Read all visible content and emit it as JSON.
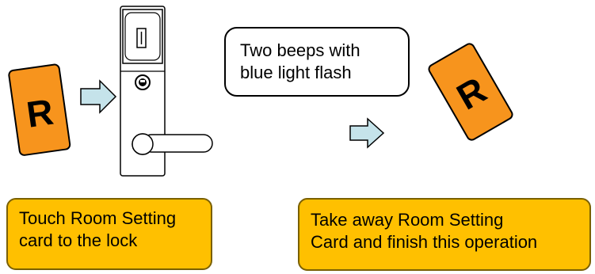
{
  "card_letter": "R",
  "speech_bubble": {
    "line1": "Two beeps with",
    "line2": "blue light flash"
  },
  "caption_left": {
    "line1": "Touch Room Setting",
    "line2": "card to the lock"
  },
  "caption_right": {
    "line1": "Take away Room Setting",
    "line2": "Card and finish this operation"
  },
  "colors": {
    "card_fill": "#f7941d",
    "arrow_fill": "#c5e3ea",
    "caption_fill": "#ffc000"
  }
}
